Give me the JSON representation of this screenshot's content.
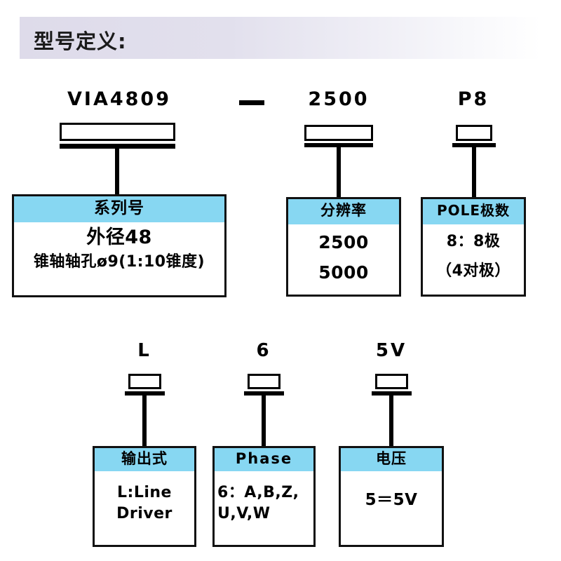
{
  "header": {
    "title": "型号定义:"
  },
  "separator": {
    "dash": "—"
  },
  "codes": {
    "series": "VIA4809",
    "resolution": "2500",
    "pole": "P8",
    "output": "L",
    "phase": "6",
    "voltage": "5V"
  },
  "boxes": {
    "series": {
      "head": "系列号",
      "line1": "外径48",
      "line2": "锥轴轴孔ø9(1:10锥度)"
    },
    "resolution": {
      "head": "分辨率",
      "line1": "2500",
      "line2": "5000"
    },
    "pole": {
      "head": "POLE极数",
      "line1": "8：8极",
      "line2": "（4对极）"
    },
    "output": {
      "head": "输出式",
      "line1": "L:Line",
      "line2": "Driver"
    },
    "phase": {
      "head": "Phase",
      "line1": "6：A,B,Z,",
      "line2": "U,V,W"
    },
    "voltage": {
      "head": "电压",
      "line1": "5＝5V"
    }
  },
  "colors": {
    "header_accent": "#87d7f2",
    "banner_start": "#dedbea",
    "banner_end": "#ffffff",
    "outline": "#111111"
  }
}
